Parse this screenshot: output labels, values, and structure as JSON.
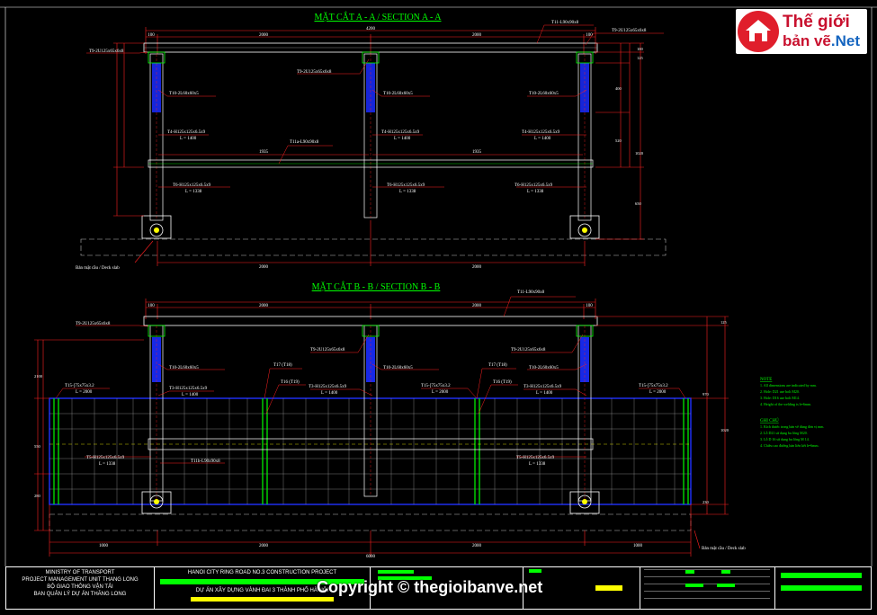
{
  "section_a": {
    "title": "MẶT CẮT A - A / SECTION A - A",
    "dims_top": [
      "100",
      "2000",
      "4200",
      "2000",
      "100"
    ],
    "dims_bottom": [
      "2000",
      "2000"
    ],
    "dims_right": [
      "100",
      "125",
      "400",
      "520",
      "1020",
      "650"
    ],
    "mid_dims": [
      "1935",
      "1935"
    ],
    "labels": {
      "t11_top": "T11-L90x90x8",
      "t9_left": "T9-2U125x65x6x8",
      "t9_right": "T9-2U125x65x6x8",
      "t9_mid": "T9-2U125x65x6x8",
      "t10_left": "T10-2L60x60x5",
      "t10_mid": "T10-2L60x60x5",
      "t10_right": "T10-2L60x60x5",
      "t4_left": "T4-H125x125x6.5x9",
      "t4_left_l": "L = 1400",
      "t4_mid": "T4-H125x125x6.5x9",
      "t4_mid_l": "L = 1400",
      "t4_right": "T4-H125x125x6.5x9",
      "t4_right_l": "L = 1400",
      "t11a": "T11a-L90x90x8",
      "t6_left": "T6-H125x125x6.5x9",
      "t6_left_l": "L = 1338",
      "t6_mid": "T6-H125x125x6.5x9",
      "t6_mid_l": "L = 1338",
      "t6_right": "T6-H125x125x6.5x9",
      "t6_right_l": "L = 1338",
      "deck": "Bản mặt cầu / Deck slab"
    }
  },
  "section_b": {
    "title": "MẶT CẮT B - B / SECTION B - B",
    "dims_top": [
      "100",
      "2000",
      "2000",
      "100"
    ],
    "dims_bottom": [
      "1000",
      "2000",
      "2000",
      "1000"
    ],
    "dim_total": "6000",
    "dims_right": [
      "125",
      "970",
      "1020",
      "230"
    ],
    "dims_left": [
      "2100",
      "550",
      "280"
    ],
    "labels": {
      "t11_top": "T11-L90x90x8",
      "t9_left": "T9-2U125x65x6x8",
      "t9_mid": "T9-2U125x65x6x8",
      "t9_right": "T9-2U125x65x6x8",
      "t10_left": "T10-2L60x60x5",
      "t10_mid": "T10-2L60x60x5",
      "t10_right": "T10-2L60x60x5",
      "t17_a": "T17 (T18)",
      "t17_b": "T17 (T18)",
      "t16_a": "T16 (T19)",
      "t16_b": "T16 (T19)",
      "t15_a": "T15-[75x75x3.2",
      "t15_a_l": "L = 2000",
      "t15_b": "T15-[75x75x3.2",
      "t15_b_l": "L = 2000",
      "t15_c": "T15-[75x75x3.2",
      "t15_c_l": "L = 2000",
      "t3_a": "T3-H125x125x6.5x9",
      "t3_a_l": "L = 1400",
      "t3_b": "T3-H125x125x6.5x9",
      "t3_b_l": "L = 1400",
      "t3_c": "T3-H125x125x6.5x9",
      "t3_c_l": "L = 1400",
      "t5_a": "T5-H125x125x6.5x9",
      "t5_a_l": "L = 1338",
      "t5_b": "T5-H125x125x6.5x9",
      "t5_b_l": "L = 1338",
      "t11b": "T11b-L90x90x8",
      "deck": "Bản mặt cầu / Deck slab"
    }
  },
  "notes": {
    "heading": "NOTE",
    "items": [
      "1. All dimensions are indicated by mm.",
      "2. Hole: D21 use bolt M20.",
      "3. Hole: D16 use bolt M14.",
      "4. Height of the welding is h=6mm."
    ],
    "heading_vn": "GHI CHÚ",
    "items_vn": [
      "1. Kích thước trong bản vẽ dùng đơn vị mm.",
      "2. Lỗ D21 sử dụng bu lông M20.",
      "3. Lỗ D 16 sử dụng bu lông M 14.",
      "4. Chiều cao đường hàn liên kết h=6mm."
    ]
  },
  "logo": {
    "line1": "Thế giới",
    "line2": "bản vẽ",
    "line2_suffix": ".Net"
  },
  "title_block": {
    "org": [
      "MINISTRY OF TRANSPORT",
      "PROJECT MANAGEMENT UNIT THANG LONG",
      "BỘ GIAO THÔNG VẬN TẢI",
      "BAN QUẢN LÝ DỰ ÁN THĂNG LONG"
    ],
    "project_en": "HANOI CITY RING ROAD NO.3 CONSTRUCTION PROJECT",
    "project_vn": "DỰ ÁN XÂY DỰNG VÀNH ĐAI 3 THÀNH PHỐ HÀ NỘI"
  },
  "watermark": "Copyright © thegioibanve.net",
  "colors": {
    "background": "#000000",
    "title": "#00ff00",
    "dimension": "#ff2020",
    "column": "#2030ff",
    "text": "#ffffff",
    "yellow": "#ffff00",
    "cyan": "#00ffff"
  }
}
